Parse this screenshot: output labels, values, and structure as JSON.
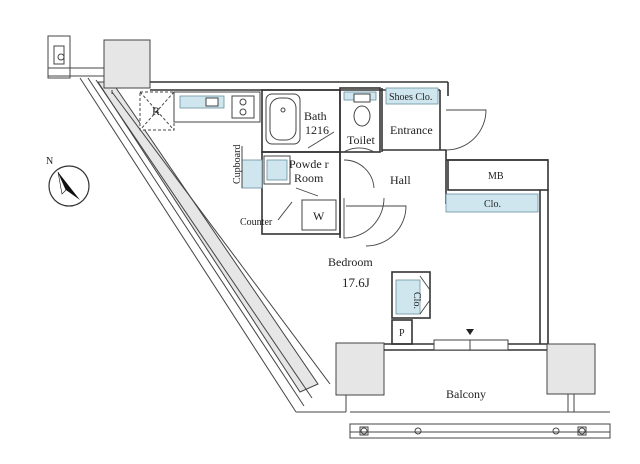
{
  "labels": {
    "fridge": "R",
    "bath_line1": "Bath",
    "bath_line2": "1216",
    "toilet": "Toilet",
    "shoes_clo": "Shoes Clo.",
    "entrance": "Entrance",
    "cupboard": "Cupboard",
    "powder_room_line1": "Powde r",
    "powder_room_line2": "Room",
    "hall": "Hall",
    "mb": "MB",
    "clo_hall": "Clo.",
    "washer": "W",
    "counter": "Counter",
    "bedroom": "Bedroom",
    "bedroom_size": "17.6J",
    "clo_bedroom": "Clo.",
    "pipe_space": "P",
    "balcony": "Balcony",
    "compass_north": "N"
  },
  "colors": {
    "storage_fill": "#cfe6ef",
    "wall_fill": "#e6e6e6",
    "line": "#333333"
  }
}
